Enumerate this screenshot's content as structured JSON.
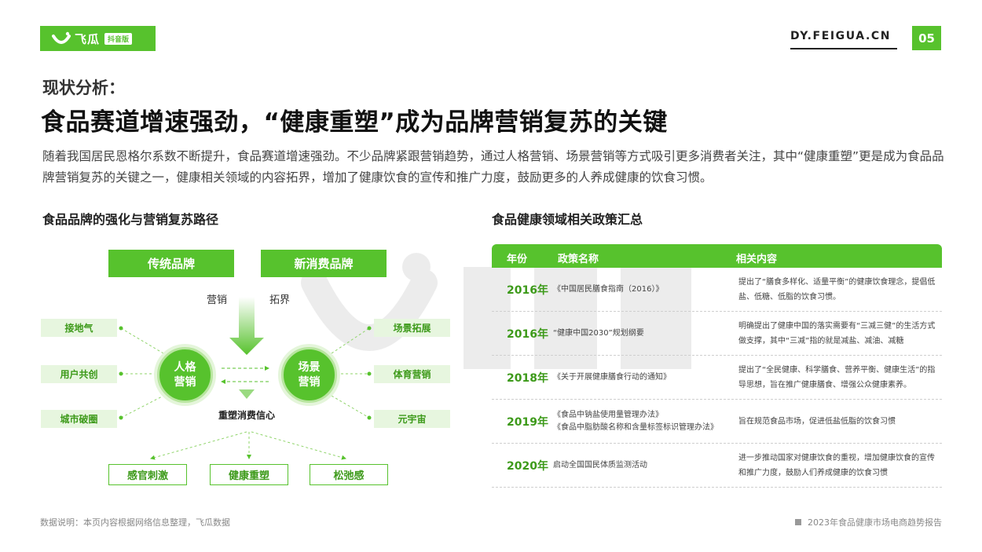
{
  "header": {
    "logo_text": "飞瓜",
    "logo_badge": "抖音版",
    "site_url": "DY.FEIGUA.CN",
    "page_number": "05"
  },
  "subtitle": "现状分析：",
  "title": "食品赛道增速强劲，“健康重塑”成为品牌营销复苏的关键",
  "intro": "随着我国居民恩格尔系数不断提升，食品赛道增速强劲。不少品牌紧跟营销趋势，通过人格营销、场景营销等方式吸引更多消费者关注，其中“健康重塑”更是成为食品品牌营销复苏的关键之一，健康相关领域的内容拓界，增加了健康饮食的宣传和推广力度，鼓励更多的人养成健康的饮食习惯。",
  "left_section": {
    "title": "食品品牌的强化与营销复苏路径",
    "top_left_button": "传统品牌",
    "top_right_button": "新消费品牌",
    "arrow_label_left": "营销",
    "arrow_label_right": "拓界",
    "circle_left": [
      "人格",
      "营销"
    ],
    "circle_right": [
      "场景",
      "营销"
    ],
    "center_label": "重塑消费信心",
    "left_items": [
      "接地气",
      "用户共创",
      "城市破圈"
    ],
    "right_items": [
      "场景拓展",
      "体育营销",
      "元宇宙"
    ],
    "bottom_items": [
      "感官刺激",
      "健康重塑",
      "松弛感"
    ]
  },
  "right_section": {
    "title": "食品健康领域相关政策汇总",
    "columns": [
      "年份",
      "政策名称",
      "相关内容"
    ],
    "rows": [
      {
        "year": "2016年",
        "name": [
          "《中国居民膳食指南（2016）》"
        ],
        "content": "提出了“膳食多样化、适量平衡”的健康饮食理念，提倡低盐、低糖、低脂的饮食习惯。"
      },
      {
        "year": "2016年",
        "name": [
          "“健康中国2030”规划纲要"
        ],
        "content": "明确提出了健康中国的落实需要有“三减三健”的生活方式做支撑，其中“三减”指的就是减盐、减油、减糖"
      },
      {
        "year": "2018年",
        "name": [
          "《关于开展健康膳食行动的通知》"
        ],
        "content": "提出了“全民健康、科学膳食、营养平衡、健康生活”的指导思想，旨在推广健康膳食、增强公众健康素养。"
      },
      {
        "year": "2019年",
        "name": [
          "《食品中钠盐使用量管理办法》",
          "《食品中脂肪酸名称和含量标签标识管理办法》"
        ],
        "content": "旨在规范食品市场，促进低盐低脂的饮食习惯"
      },
      {
        "year": "2020年",
        "name": [
          "启动全国国民体质监测活动"
        ],
        "content": "进一步推动国家对健康饮食的重视，增加健康饮食的宣传和推广力度，鼓励人们养成健康的饮食习惯"
      }
    ]
  },
  "footer": {
    "source": "数据说明：本页内容根据网络信息整理，飞瓜数据",
    "report": "2023年食品健康市场电商趋势报告"
  },
  "colors": {
    "brand_green": "#57c22d",
    "light_green": "#e7f6df",
    "dark_green": "#3d9a1a"
  }
}
